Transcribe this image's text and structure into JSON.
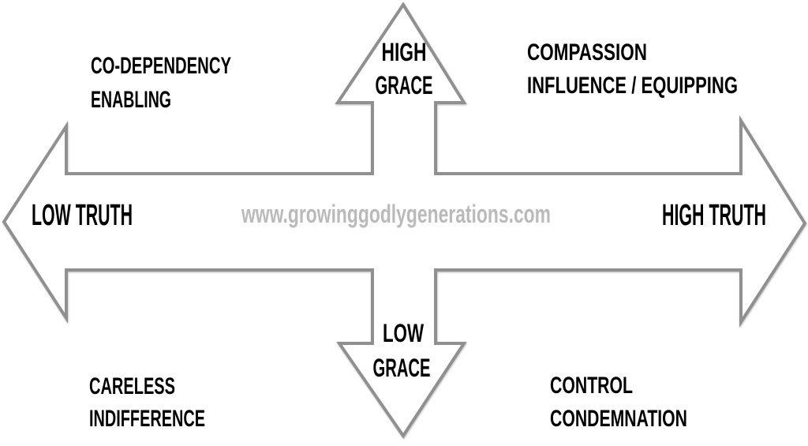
{
  "diagram": {
    "watermark": "www.growinggodlygenerations.com",
    "axis": {
      "left": "LOW TRUTH",
      "right": "HIGH TRUTH",
      "top_line1": "HIGH",
      "top_line2": "GRACE",
      "bottom_line1": "LOW",
      "bottom_line2": "GRACE"
    },
    "quadrants": {
      "top_left_line1": "CO-DEPENDENCY",
      "top_left_line2": "ENABLING",
      "top_right_line1": "COMPASSION",
      "top_right_line2": "INFLUENCE / EQUIPPING",
      "bottom_left_line1": "CARELESS",
      "bottom_left_line2": "INDIFFERENCE",
      "bottom_right_line1": "CONTROL",
      "bottom_right_line2": "CONDEMNATION"
    },
    "colors": {
      "outline": "#909090",
      "label_text": "#000000",
      "watermark_text": "#bababa",
      "background": "#ffffff"
    }
  }
}
